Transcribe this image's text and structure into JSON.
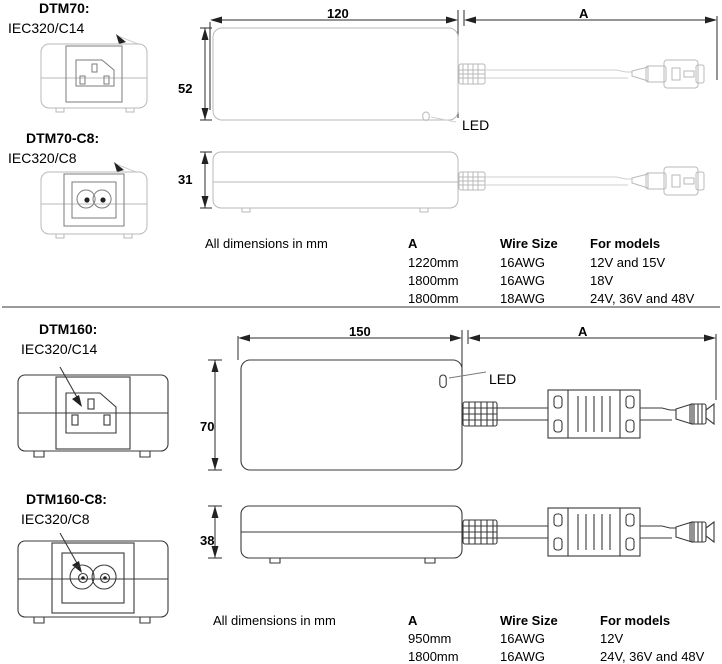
{
  "sections": [
    {
      "id": "dtm70",
      "inlet_c14": {
        "title": "DTM70:",
        "subtitle": "IEC320/C14",
        "icon": "iec-c14-inlet-icon"
      },
      "inlet_c8": {
        "title": "DTM70-C8:",
        "subtitle": "IEC320/C8",
        "icon": "iec-c8-inlet-icon"
      },
      "dims": {
        "length": "120",
        "cable": "A",
        "height_top": "52",
        "height_side": "31"
      },
      "led_label": "LED",
      "note": "All dimensions in mm",
      "table": {
        "headers": [
          "A",
          "Wire Size",
          "For models"
        ],
        "rows": [
          [
            "1220mm",
            "16AWG",
            "12V and 15V"
          ],
          [
            "1800mm",
            "16AWG",
            "18V"
          ],
          [
            "1800mm",
            "18AWG",
            "24V, 36V and 48V"
          ]
        ]
      }
    },
    {
      "id": "dtm160",
      "inlet_c14": {
        "title": "DTM160:",
        "subtitle": "IEC320/C14",
        "icon": "iec-c14-inlet-icon"
      },
      "inlet_c8": {
        "title": "DTM160-C8:",
        "subtitle": "IEC320/C8",
        "icon": "iec-c8-inlet-icon"
      },
      "dims": {
        "length": "150",
        "cable": "A",
        "height_top": "70",
        "height_side": "38"
      },
      "led_label": "LED",
      "note": "All dimensions in mm",
      "table": {
        "headers": [
          "A",
          "Wire Size",
          "For models"
        ],
        "rows": [
          [
            "950mm",
            "16AWG",
            "12V"
          ],
          [
            "1800mm",
            "16AWG",
            "24V, 36V and 48V"
          ]
        ]
      }
    }
  ],
  "colors": {
    "line_dark": "#3a3a3a",
    "line_mid": "#7b7b7b",
    "line_light": "#b9b9b9",
    "divider": "#9a9a9a",
    "text": "#000000"
  }
}
